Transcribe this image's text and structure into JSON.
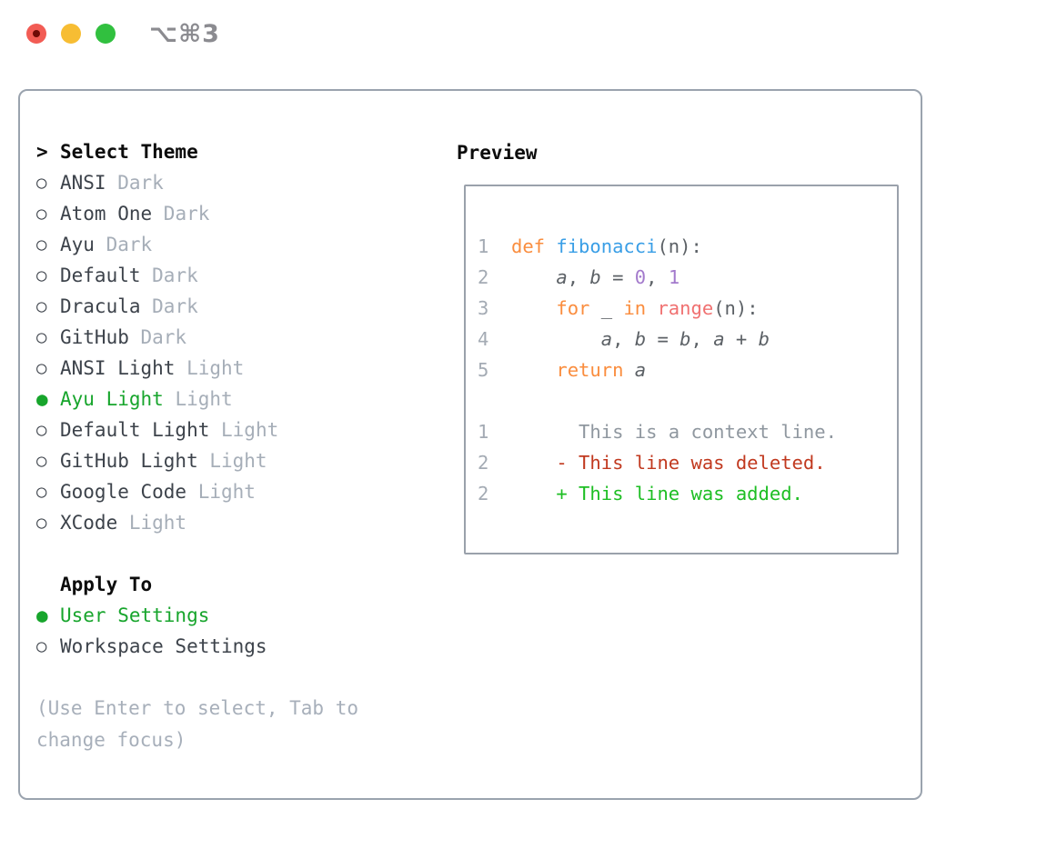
{
  "window": {
    "shortcut": "⌥⌘3",
    "traffic_lights": [
      "close",
      "minimize",
      "zoom"
    ]
  },
  "icons": {
    "cursor": ">",
    "radio_on": "●",
    "radio_off": "○"
  },
  "colors": {
    "selected_green": "#17a52c",
    "added_green": "#1dbe23",
    "deleted_red": "#c1391f",
    "context_gray": "#8f979f",
    "keyword_orange": "#fa8d3e",
    "function_blue": "#399ee6",
    "number_purple": "#a37acc",
    "builtin_salmon": "#f07171",
    "code_default": "#5c6166",
    "traffic_red": "#f25c54",
    "traffic_yellow": "#f7bd33",
    "traffic_green": "#31c03f"
  },
  "theme_list": {
    "title": "Select Theme",
    "items": [
      {
        "name": "ANSI",
        "variant": "Dark",
        "selected": false
      },
      {
        "name": "Atom One",
        "variant": "Dark",
        "selected": false
      },
      {
        "name": "Ayu",
        "variant": "Dark",
        "selected": false
      },
      {
        "name": "Default",
        "variant": "Dark",
        "selected": false
      },
      {
        "name": "Dracula",
        "variant": "Dark",
        "selected": false
      },
      {
        "name": "GitHub",
        "variant": "Dark",
        "selected": false
      },
      {
        "name": "ANSI Light",
        "variant": "Light",
        "selected": false
      },
      {
        "name": "Ayu Light",
        "variant": "Light",
        "selected": true
      },
      {
        "name": "Default Light",
        "variant": "Light",
        "selected": false
      },
      {
        "name": "GitHub Light",
        "variant": "Light",
        "selected": false
      },
      {
        "name": "Google Code",
        "variant": "Light",
        "selected": false
      },
      {
        "name": "XCode",
        "variant": "Light",
        "selected": false
      }
    ]
  },
  "apply_to": {
    "title": "Apply To",
    "options": [
      {
        "label": "User Settings",
        "selected": true
      },
      {
        "label": "Workspace Settings",
        "selected": false
      }
    ]
  },
  "hint": "(Use Enter to select, Tab to change focus)",
  "preview": {
    "title": "Preview",
    "lines": [
      {
        "num": "1",
        "tokens": [
          {
            "t": "kw",
            "s": "def"
          },
          {
            "t": "plain",
            "s": " "
          },
          {
            "t": "fn",
            "s": "fibonacci"
          },
          {
            "t": "plain",
            "s": "(n):"
          }
        ]
      },
      {
        "num": "2",
        "tokens": [
          {
            "t": "plain",
            "s": "    "
          },
          {
            "t": "var",
            "s": "a"
          },
          {
            "t": "plain",
            "s": ", "
          },
          {
            "t": "var",
            "s": "b"
          },
          {
            "t": "plain",
            "s": " = "
          },
          {
            "t": "num",
            "s": "0"
          },
          {
            "t": "plain",
            "s": ", "
          },
          {
            "t": "num",
            "s": "1"
          }
        ]
      },
      {
        "num": "3",
        "tokens": [
          {
            "t": "plain",
            "s": "    "
          },
          {
            "t": "kw",
            "s": "for"
          },
          {
            "t": "plain",
            "s": " _ "
          },
          {
            "t": "kw",
            "s": "in"
          },
          {
            "t": "plain",
            "s": " "
          },
          {
            "t": "call",
            "s": "range"
          },
          {
            "t": "plain",
            "s": "(n):"
          }
        ]
      },
      {
        "num": "4",
        "tokens": [
          {
            "t": "plain",
            "s": "        "
          },
          {
            "t": "var",
            "s": "a"
          },
          {
            "t": "plain",
            "s": ", "
          },
          {
            "t": "var",
            "s": "b"
          },
          {
            "t": "plain",
            "s": " = "
          },
          {
            "t": "var",
            "s": "b"
          },
          {
            "t": "plain",
            "s": ", "
          },
          {
            "t": "var",
            "s": "a"
          },
          {
            "t": "plain",
            "s": " + "
          },
          {
            "t": "var",
            "s": "b"
          }
        ]
      },
      {
        "num": "5",
        "tokens": [
          {
            "t": "plain",
            "s": "    "
          },
          {
            "t": "kw",
            "s": "return"
          },
          {
            "t": "plain",
            "s": " "
          },
          {
            "t": "var",
            "s": "a"
          }
        ]
      },
      {
        "num": "",
        "tokens": []
      },
      {
        "num": "1",
        "tokens": [
          {
            "t": "ctx",
            "s": "      This is a context line."
          }
        ]
      },
      {
        "num": "2",
        "tokens": [
          {
            "t": "del",
            "s": "    - This line was deleted."
          }
        ]
      },
      {
        "num": "2",
        "tokens": [
          {
            "t": "add",
            "s": "    + This line was added."
          }
        ]
      }
    ]
  }
}
